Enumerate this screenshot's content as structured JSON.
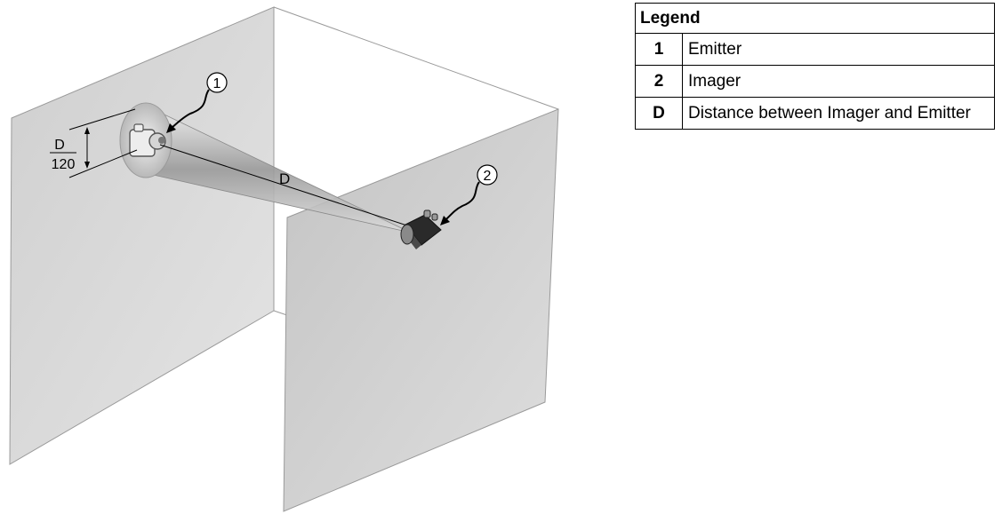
{
  "figure": {
    "callout_emitter": "1",
    "callout_imager": "2",
    "distance_label": "D",
    "aperture_numerator": "D",
    "aperture_denominator": "120"
  },
  "legend": {
    "title": "Legend",
    "rows": [
      {
        "key": "1",
        "text": "Emitter"
      },
      {
        "key": "2",
        "text": "Imager"
      },
      {
        "key": "D",
        "text": "Distance between Imager and Emitter"
      }
    ]
  }
}
